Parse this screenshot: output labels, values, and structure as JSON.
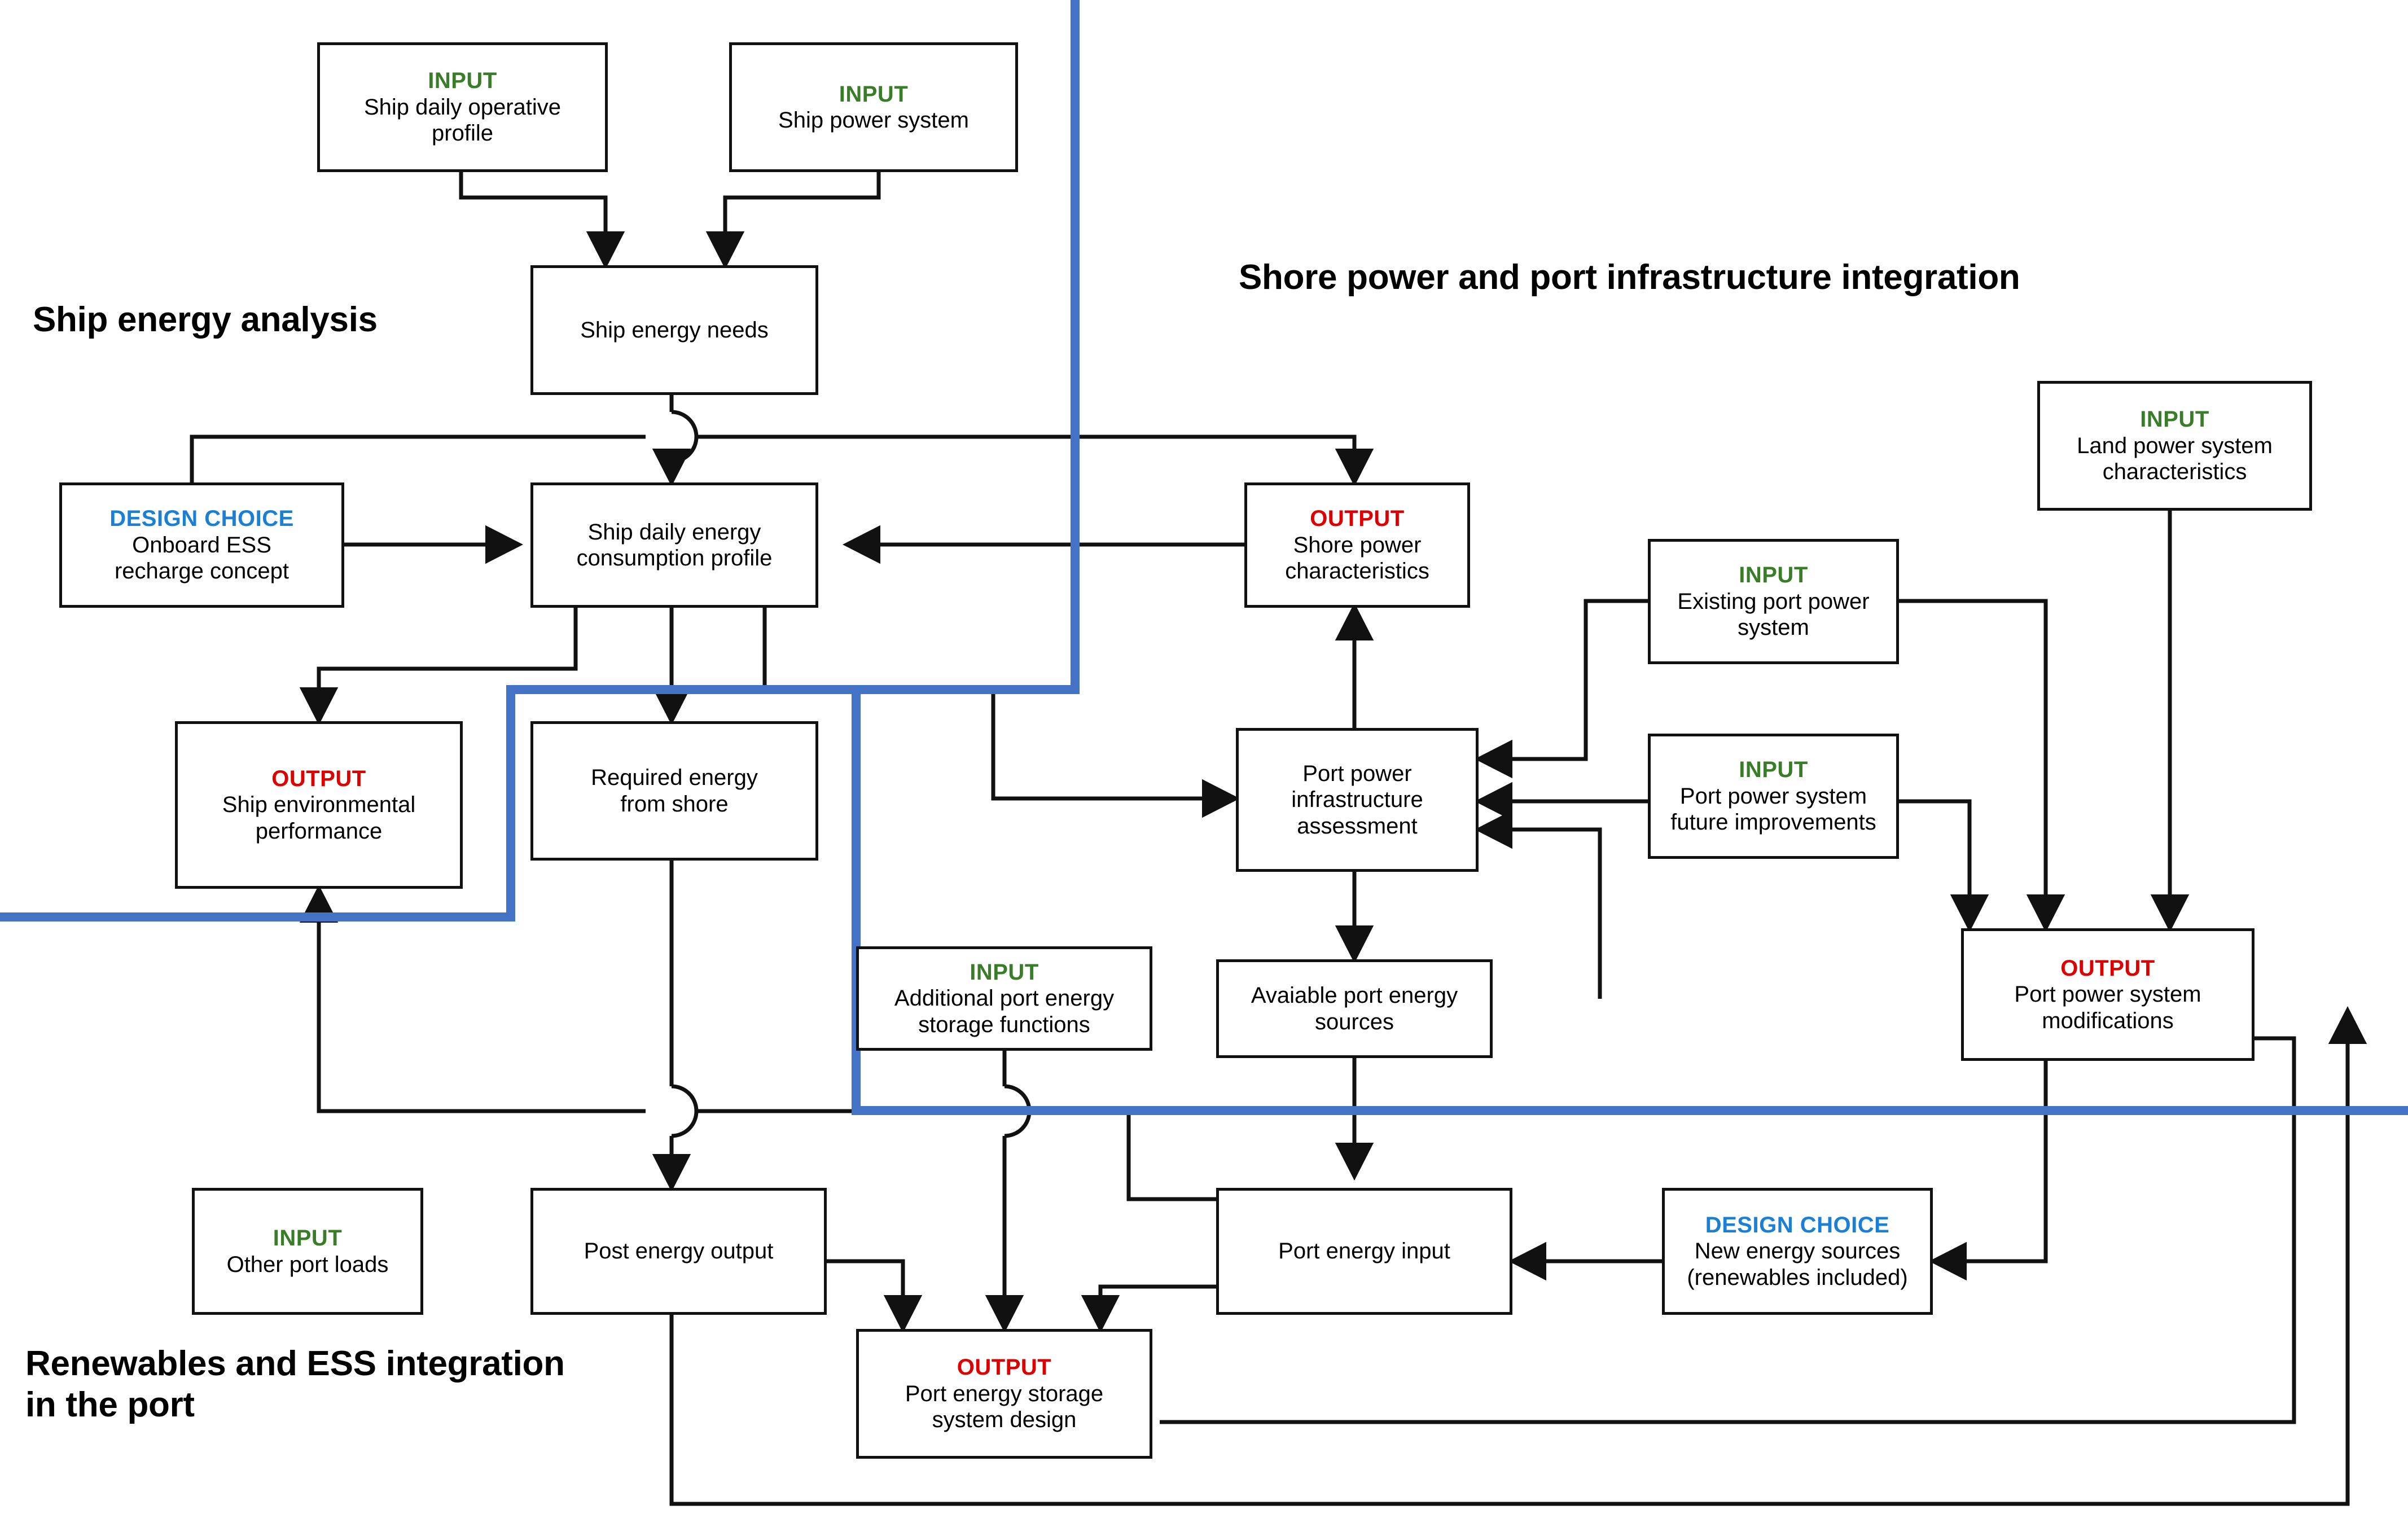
{
  "diagram": {
    "title": "Port and ship energy integration methodology flowchart",
    "colors": {
      "input_tag": "#3a7d29",
      "output_tag": "#dd0000",
      "design_tag": "#1b7fd4",
      "boundary": "#4472c4",
      "connector": "#111111",
      "node_border": "#111111",
      "node_fill": "#ffffff"
    },
    "section_titles": [
      {
        "id": "ship-energy-analysis",
        "text": "Ship energy analysis"
      },
      {
        "id": "shore-power-port-infrastructure",
        "text": "Shore power and port infrastructure integration"
      },
      {
        "id": "renewables-ess-port",
        "text": "Renewables and ESS integration\nin the port"
      }
    ],
    "nodes": [
      {
        "id": "ship-daily-operative-profile",
        "tag": "INPUT",
        "tag_kind": "input",
        "title": "Ship daily operative\nprofile"
      },
      {
        "id": "ship-power-system",
        "tag": "INPUT",
        "tag_kind": "input",
        "title": "Ship power system"
      },
      {
        "id": "ship-energy-needs",
        "tag": "",
        "tag_kind": "none",
        "title": "Ship energy needs"
      },
      {
        "id": "onboard-ess-recharge-concept",
        "tag": "DESIGN CHOICE",
        "tag_kind": "design",
        "title": "Onboard ESS\nrecharge concept"
      },
      {
        "id": "ship-daily-energy-consumption-profile",
        "tag": "",
        "tag_kind": "none",
        "title": "Ship daily energy\nconsumption profile"
      },
      {
        "id": "shore-power-characteristics",
        "tag": "OUTPUT",
        "tag_kind": "output",
        "title": "Shore power\ncharacteristics"
      },
      {
        "id": "land-power-system-characteristics",
        "tag": "INPUT",
        "tag_kind": "input",
        "title": "Land power system\ncharacteristics"
      },
      {
        "id": "existing-port-power-system",
        "tag": "INPUT",
        "tag_kind": "input",
        "title": "Existing port power\nsystem"
      },
      {
        "id": "ship-environmental-performance",
        "tag": "OUTPUT",
        "tag_kind": "output",
        "title": "Ship environmental\nperformance"
      },
      {
        "id": "required-energy-from-shore",
        "tag": "",
        "tag_kind": "none",
        "title": "Required energy\nfrom shore"
      },
      {
        "id": "port-power-infrastructure-assessment",
        "tag": "",
        "tag_kind": "none",
        "title": "Port power\ninfrastructure\nassessment"
      },
      {
        "id": "port-power-system-future-improvements",
        "tag": "INPUT",
        "tag_kind": "input",
        "title": "Port power system\nfuture improvements"
      },
      {
        "id": "port-power-system-modifications",
        "tag": "OUTPUT",
        "tag_kind": "output",
        "title": "Port power system\nmodifications"
      },
      {
        "id": "additional-port-energy-storage-functions",
        "tag": "INPUT",
        "tag_kind": "input",
        "title": "Additional port energy\nstorage functions"
      },
      {
        "id": "avaiable-port-energy-sources",
        "tag": "",
        "tag_kind": "none",
        "title": "Avaiable port energy\nsources"
      },
      {
        "id": "other-port-loads",
        "tag": "INPUT",
        "tag_kind": "input",
        "title": "Other port loads"
      },
      {
        "id": "post-energy-output",
        "tag": "",
        "tag_kind": "none",
        "title": "Post energy output"
      },
      {
        "id": "port-energy-input",
        "tag": "",
        "tag_kind": "none",
        "title": "Port energy input"
      },
      {
        "id": "new-energy-sources",
        "tag": "DESIGN CHOICE",
        "tag_kind": "design",
        "title": "New energy sources\n(renewables included)"
      },
      {
        "id": "port-energy-storage-system-design",
        "tag": "OUTPUT",
        "tag_kind": "output",
        "title": "Port energy storage\nsystem design"
      }
    ]
  }
}
